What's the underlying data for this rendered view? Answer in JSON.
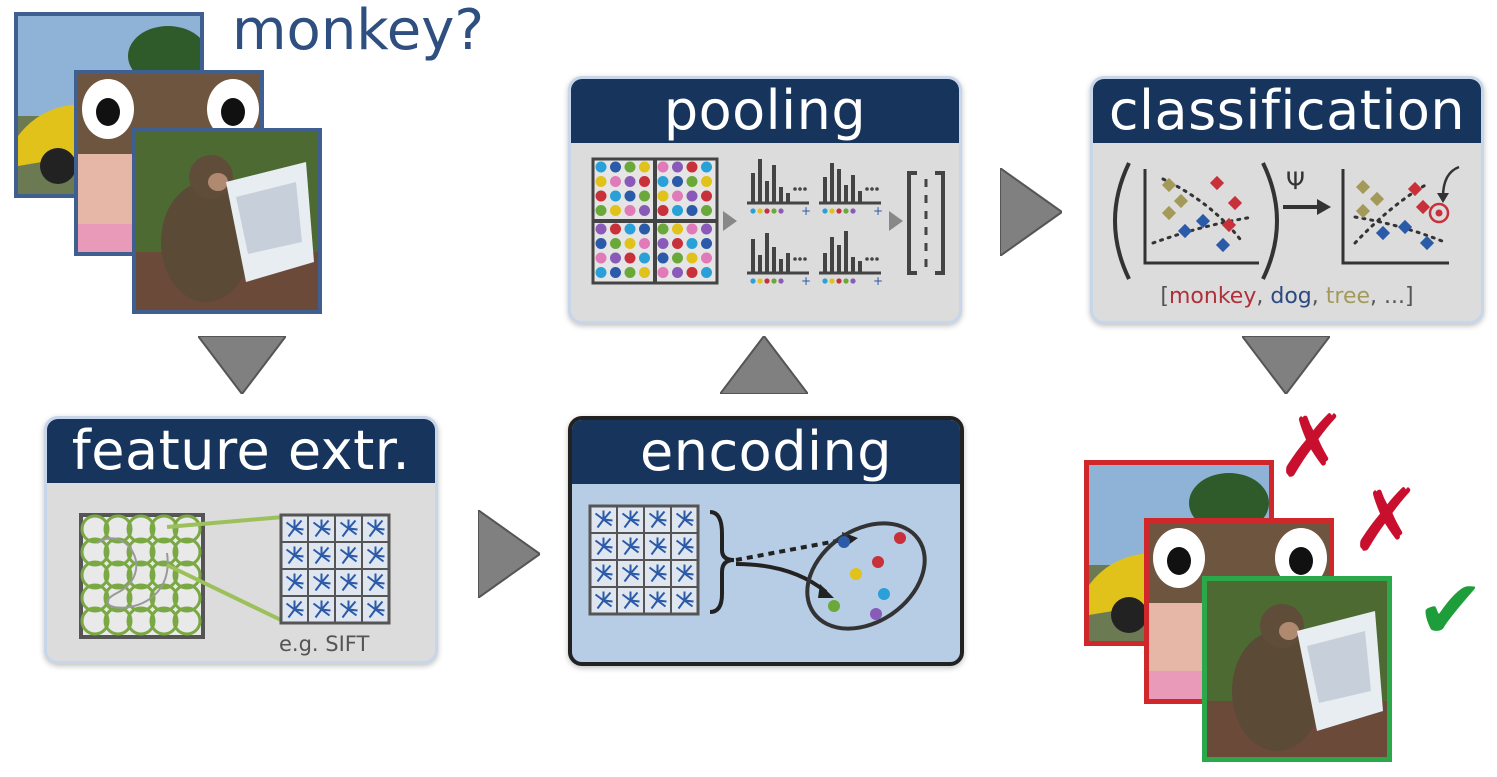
{
  "question": "monkey?",
  "stages": {
    "feature_extraction": {
      "title": "feature extr.",
      "note": "e.g. SIFT"
    },
    "encoding": {
      "title": "encoding"
    },
    "pooling": {
      "title": "pooling"
    },
    "classification": {
      "title": "classification",
      "psi": "Ψ",
      "labels": {
        "open": "[",
        "monkey": "monkey",
        "sep1": ", ",
        "dog": "dog",
        "sep2": ", ",
        "tree": "tree",
        "sep3": ", ",
        "more": "...",
        "close": "]"
      }
    }
  },
  "results": {
    "wrong_mark": "✗",
    "right_mark": "✔"
  },
  "colors": {
    "header": "#17345c",
    "wrong": "#c8102e",
    "right": "#1e9e3a",
    "monkey_label": "#b0303a",
    "dog_label": "#2a4a80",
    "tree_label": "#a39a5a"
  }
}
